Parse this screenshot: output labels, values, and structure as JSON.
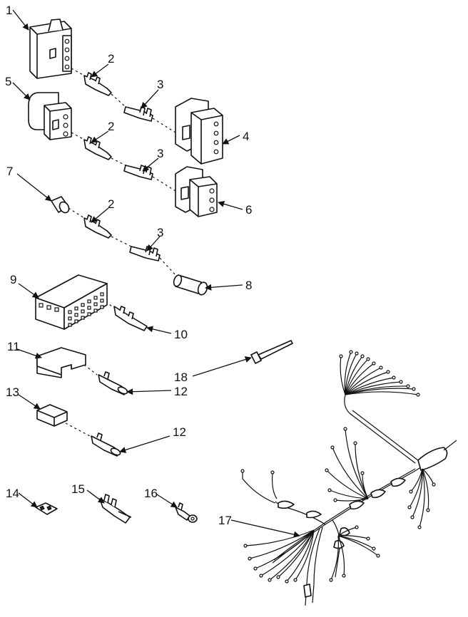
{
  "callouts": {
    "c1": "1",
    "c2a": "2",
    "c2b": "2",
    "c2c": "2",
    "c3a": "3",
    "c3b": "3",
    "c3c": "3",
    "c4": "4",
    "c5": "5",
    "c6": "6",
    "c7": "7",
    "c8": "8",
    "c9": "9",
    "c10": "10",
    "c11": "11",
    "c12a": "12",
    "c12b": "12",
    "c13": "13",
    "c14": "14",
    "c15": "15",
    "c16": "16",
    "c17": "17",
    "c18": "18"
  }
}
